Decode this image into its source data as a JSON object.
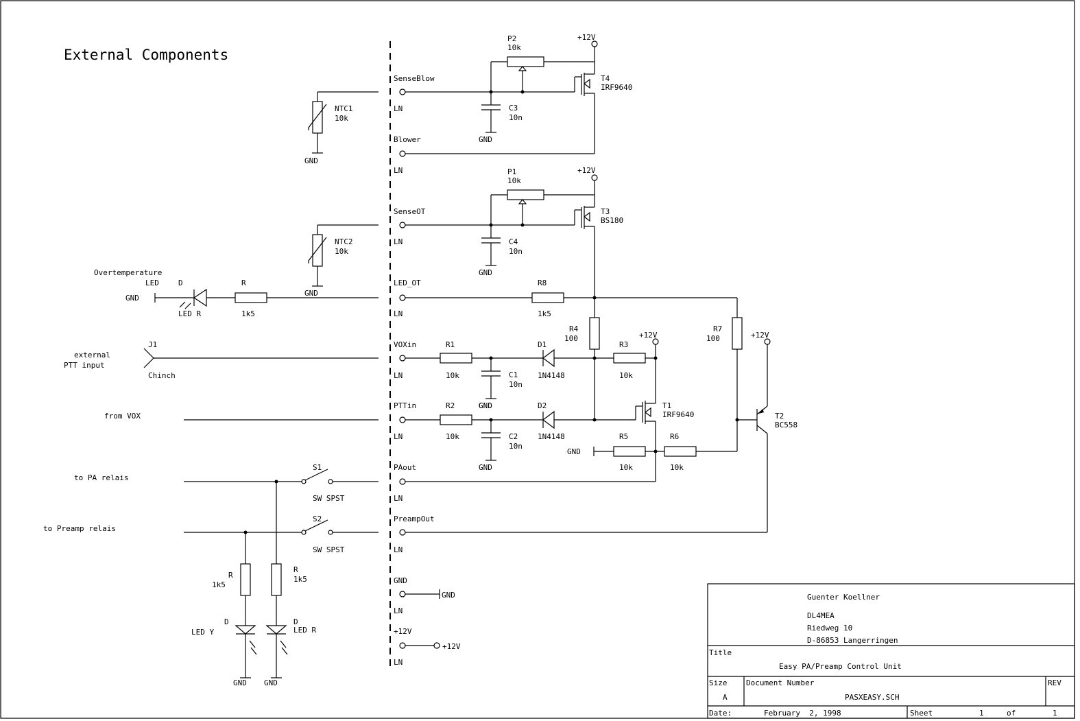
{
  "title": "External Components",
  "signals": {
    "sense_blow": "SenseBlow",
    "blower": "Blower",
    "sense_ot": "SenseOT",
    "led_ot": "LED_OT",
    "voxin": "VOXin",
    "pttin": "PTTin",
    "paout": "PAout",
    "preampout": "PreampOut",
    "gnd": "GND",
    "v12": "+12V",
    "ln": "LN"
  },
  "external_labels": {
    "overtemperature": "Overtemperature",
    "external": "external",
    "ptt_input": "PTT input",
    "from_vox": "from VOX",
    "to_pa": "to PA relais",
    "to_preamp": "to Preamp relais",
    "j1": "J1",
    "chinch": "Chinch"
  },
  "components": {
    "p2": {
      "ref": "P2",
      "val": "10k"
    },
    "p1": {
      "ref": "P1",
      "val": "10k"
    },
    "t4": {
      "ref": "T4",
      "val": "IRF9640"
    },
    "t3": {
      "ref": "T3",
      "val": "BS180"
    },
    "t1": {
      "ref": "T1",
      "val": "IRF9640"
    },
    "t2": {
      "ref": "T2",
      "val": "BC558"
    },
    "c3": {
      "ref": "C3",
      "val": "10n"
    },
    "c4": {
      "ref": "C4",
      "val": "10n"
    },
    "c1": {
      "ref": "C1",
      "val": "10n"
    },
    "c2": {
      "ref": "C2",
      "val": "10n"
    },
    "ntc1": {
      "ref": "NTC1",
      "val": "10k"
    },
    "ntc2": {
      "ref": "NTC2",
      "val": "10k"
    },
    "r8": {
      "ref": "R8",
      "val": "1k5"
    },
    "r4": {
      "ref": "R4",
      "val": "100"
    },
    "r7": {
      "ref": "R7",
      "val": "100"
    },
    "r1": {
      "ref": "R1",
      "val": "10k"
    },
    "r2": {
      "ref": "R2",
      "val": "10k"
    },
    "r3": {
      "ref": "R3",
      "val": "10k"
    },
    "r5": {
      "ref": "R5",
      "val": "10k"
    },
    "r6": {
      "ref": "R6",
      "val": "10k"
    },
    "d1": {
      "ref": "D1",
      "val": "1N4148"
    },
    "d2": {
      "ref": "D2",
      "val": "1N4148"
    },
    "r_led": {
      "ref": "R",
      "val": "1k5"
    },
    "d_led": {
      "ref": "D",
      "type": "LED R",
      "pre": "LED"
    },
    "r_y": {
      "ref": "R",
      "val": "1k5"
    },
    "r_r": {
      "ref": "R",
      "val": "1k5"
    },
    "d_y": {
      "ref": "D",
      "val": "LED Y"
    },
    "d_r": {
      "ref": "D",
      "val": "LED R"
    },
    "s1": {
      "ref": "S1",
      "val": "SW SPST"
    },
    "s2": {
      "ref": "S2",
      "val": "SW SPST"
    }
  },
  "title_block": {
    "author": "Guenter Koellner",
    "call": "DL4MEA",
    "street": "Riedweg 10",
    "city": "D-86853 Langerringen",
    "title_label": "Title",
    "title": "Easy PA/Preamp Control Unit",
    "size_label": "Size",
    "size": "A",
    "docnum_label": "Document Number",
    "docnum": "PASXEASY.SCH",
    "rev_label": "REV",
    "date_label": "Date:",
    "date": "February  2, 1998",
    "sheet_label": "Sheet",
    "sheet": "1",
    "of_label": "of",
    "of": "1"
  }
}
